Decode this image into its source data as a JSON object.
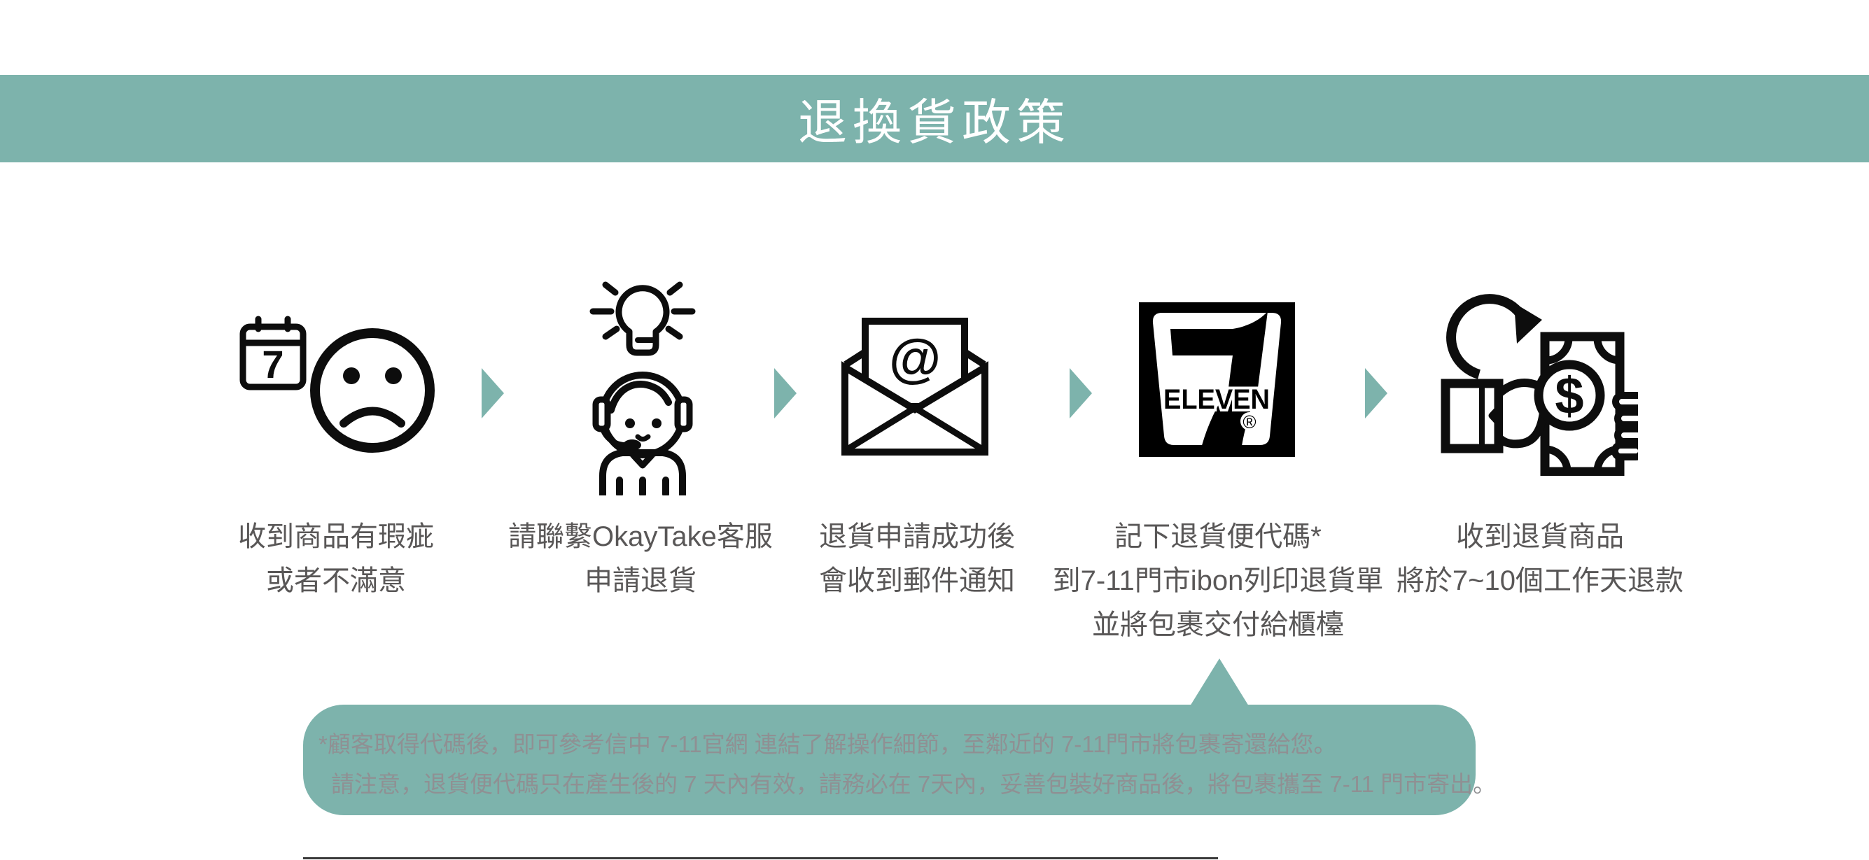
{
  "banner": {
    "title": "退換貨政策"
  },
  "flow": {
    "steps": [
      {
        "icon": "calendar-sad-face-icon",
        "lines": [
          "收到商品有瑕疵",
          "或者不滿意"
        ]
      },
      {
        "icon": "customer-service-lightbulb-icon",
        "lines": [
          "請聯繫OkayTake客服",
          "申請退貨"
        ]
      },
      {
        "icon": "email-envelope-icon",
        "lines": [
          "退貨申請成功後",
          "會收到郵件通知"
        ]
      },
      {
        "icon": "seven-eleven-logo-icon",
        "lines": [
          "記下退貨便代碼*",
          "到7-11門市ibon列印退貨單",
          "並將包裹交付給櫃檯"
        ]
      },
      {
        "icon": "refund-money-hand-icon",
        "lines": [
          "收到退貨商品",
          "將於7~10個工作天退款"
        ]
      }
    ]
  },
  "glyphs": {
    "calendar_day": "7",
    "at_sign": "@",
    "seven_eleven_wordmark": "ELEVEN",
    "registered_mark": "®",
    "dollar_sign": "$"
  },
  "note": {
    "line1": "*顧客取得代碼後，即可參考信中 7-11官網 連結了解操作細節，至鄰近的 7-11門市將包裹寄還給您。",
    "line2": "請注意，退貨便代碼只在產生後的 7 天內有效，請務必在 7天內，妥善包裝好商品後，將包裹攜至 7-11 門市寄出。"
  },
  "colors": {
    "accent_teal": "#7db3ac",
    "banner_text": "#ffffff",
    "caption_gray": "#595757",
    "note_text_gray": "#8f9093",
    "icon_black": "#0d0d0d"
  }
}
